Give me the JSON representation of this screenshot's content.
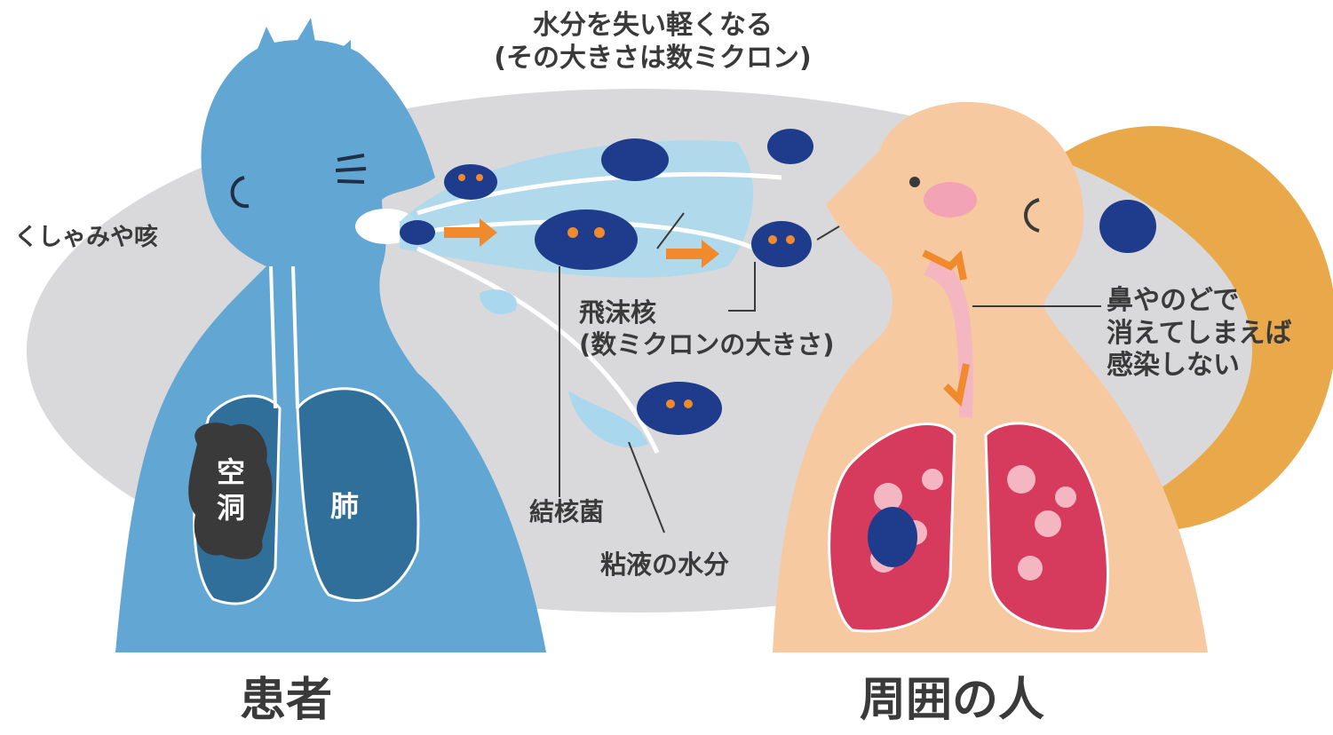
{
  "labels": {
    "top_line1": "水分を失い軽くなる",
    "top_line2": "(その大きさは数ミクロン)",
    "sneeze": "くしゃみや咳",
    "droplet_nucleus_line1": "飛沫核",
    "droplet_nucleus_line2": "(数ミクロンの大きさ)",
    "bacteria": "結核菌",
    "mucus": "粘液の水分",
    "nose_line1": "鼻やのどで",
    "nose_line2": "消えてしまえば",
    "nose_line3": "感染しない",
    "cavity": "空洞",
    "lung": "肺",
    "patient": "患者",
    "others": "周囲の人"
  },
  "colors": {
    "background_ellipse": "#d9d9db",
    "patient_body": "#62a6d3",
    "patient_lung": "#2f6f9a",
    "cavity": "#3a3a3a",
    "person_skin": "#f7c9a0",
    "person_lung": "#d63a5c",
    "airway": "#f4b7c2",
    "right_ellipse": "#e9a94a",
    "bacteria": "#1f3c8c",
    "arrow": "#f08a2c",
    "droplet": "#a9d8ee"
  },
  "icons": [
    "tb-bacteria-icon",
    "water-droplet-icon",
    "orange-arrow-icon"
  ]
}
